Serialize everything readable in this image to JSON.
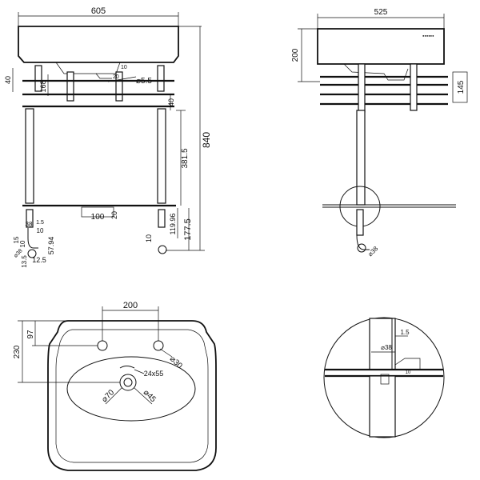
{
  "dimensions": {
    "front_width": "605",
    "front_height_40": "40",
    "front_168": "168",
    "front_hole_dia": "⌀5.5",
    "front_hole_r": "20",
    "front_hole_r2": "10",
    "front_40_right": "40",
    "front_381_5": "381.5",
    "front_total_840": "840",
    "front_100": "100",
    "front_20": "20",
    "front_38": "38",
    "front_1_5": "1.5",
    "front_10": "10",
    "front_119_96": "119.96",
    "front_177_5": "177.5",
    "front_10_right": "10",
    "trap_15": "15",
    "trap_10": "10",
    "trap_38": "⌀38",
    "trap_13_5": "13.5",
    "trap_57_94": "57.94",
    "trap_12_5": "12.5",
    "side_width": "525",
    "side_200": "200",
    "side_145": "145",
    "side_trap_38": "⌀38",
    "plan_200": "200",
    "plan_230": "230",
    "plan_97": "97",
    "plan_tap_dia": "⌀30",
    "plan_waste_size": "24x55",
    "plan_waste_70": "⌀70",
    "plan_waste_45": "⌀45",
    "detail_1_5": "1.5",
    "detail_38": "⌀38",
    "detail_10": "10"
  }
}
